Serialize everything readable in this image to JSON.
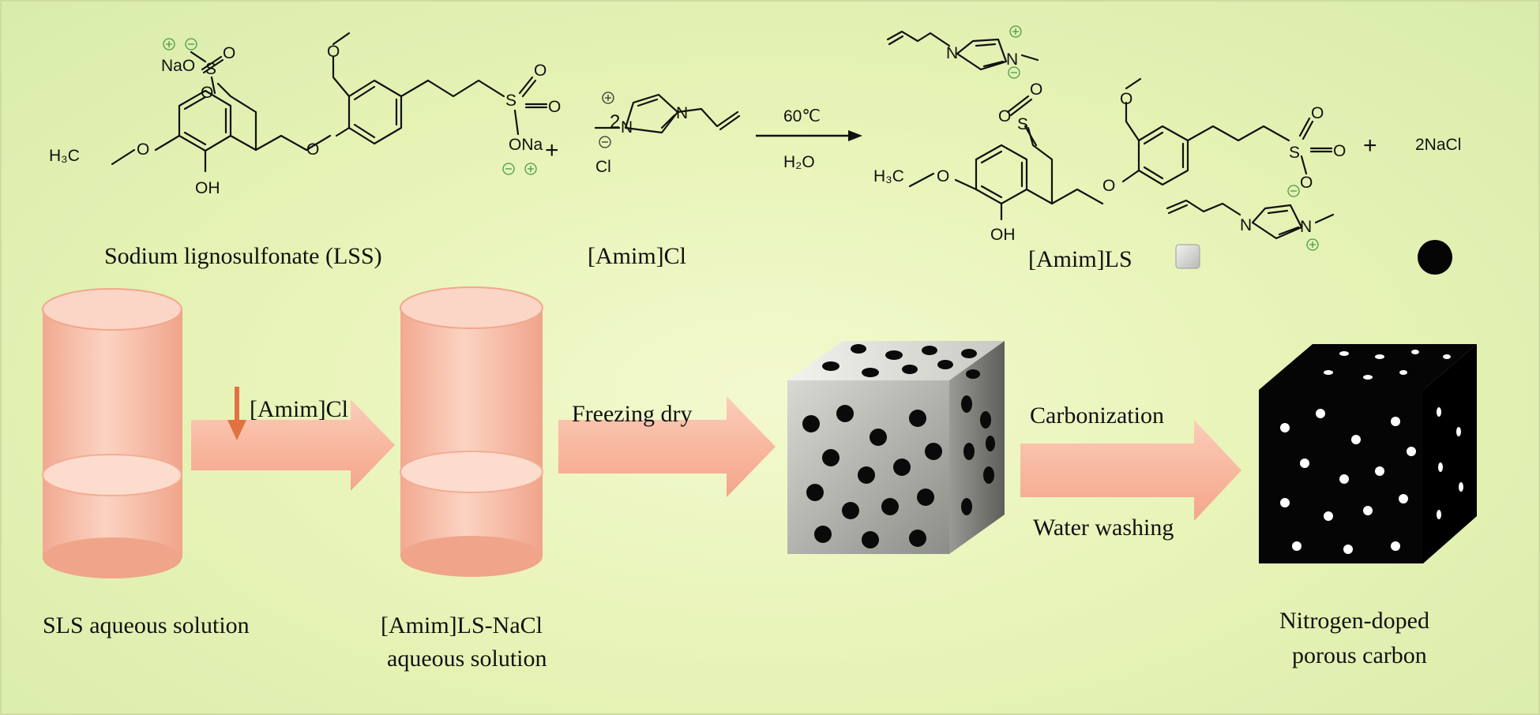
{
  "reaction": {
    "lss_label": "Sodium lignosulfonate (LSS)",
    "amim_label": "[Amim]Cl",
    "product_label": "[Amim]LS",
    "plus": "+",
    "condition_temp": "60℃",
    "condition_solvent": "H₂O",
    "byproduct": "2NaCl",
    "stoich": "2",
    "atoms": {
      "nao": "NaO",
      "ona": "ONa",
      "o": "O",
      "s": "S",
      "n": "N",
      "cl": "Cl",
      "oh": "OH",
      "h3c": "H₃C"
    }
  },
  "process": {
    "step1_label": "SLS aqueous solution",
    "step2_line1": "[Amim]LS-NaCl",
    "step2_line2": "aqueous solution",
    "arrow1_label": "[Amim]Cl",
    "arrow2_label": "Freezing dry",
    "arrow3_top_label": "Carbonization",
    "arrow3_bottom_label": "Water washing",
    "final_line1": "Nitrogen-doped",
    "final_line2": "porous carbon"
  },
  "colors": {
    "background": "#e7f3b6",
    "cylinder": "#f7b9a2",
    "arrow": "#f7b9a2",
    "add_arrow": "#e0733f",
    "charge_green": "#4a9a4a"
  }
}
